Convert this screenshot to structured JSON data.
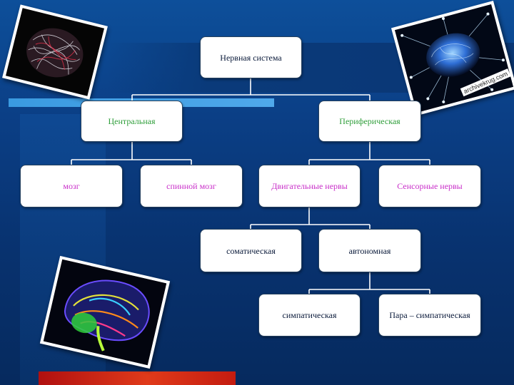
{
  "watermark": "archivekrug.com",
  "nodes": {
    "root": "Нервная система",
    "central": "Центральная",
    "peripheral": "Периферическая",
    "brain": "мозг",
    "spinal": "спинной мозг",
    "motor": "Двигательные нервы",
    "sensory": "Сенсорные нервы",
    "somatic": "соматическая",
    "autonomic": "автономная",
    "sympathetic": "симпатическая",
    "parasympathetic": "Пара – симпатическая"
  },
  "colors": {
    "background": "#0b3f86",
    "node_fill": "#ffffff",
    "text_dark": "#0a1a3a",
    "text_green": "#2f9e3a",
    "text_magenta": "#c92fc9",
    "accent_red": "#d42a14",
    "accent_light_blue": "#4fa8ea"
  },
  "images": [
    "brain-scan-icon",
    "glowing-brain-network-icon",
    "brain-mri-icon"
  ]
}
